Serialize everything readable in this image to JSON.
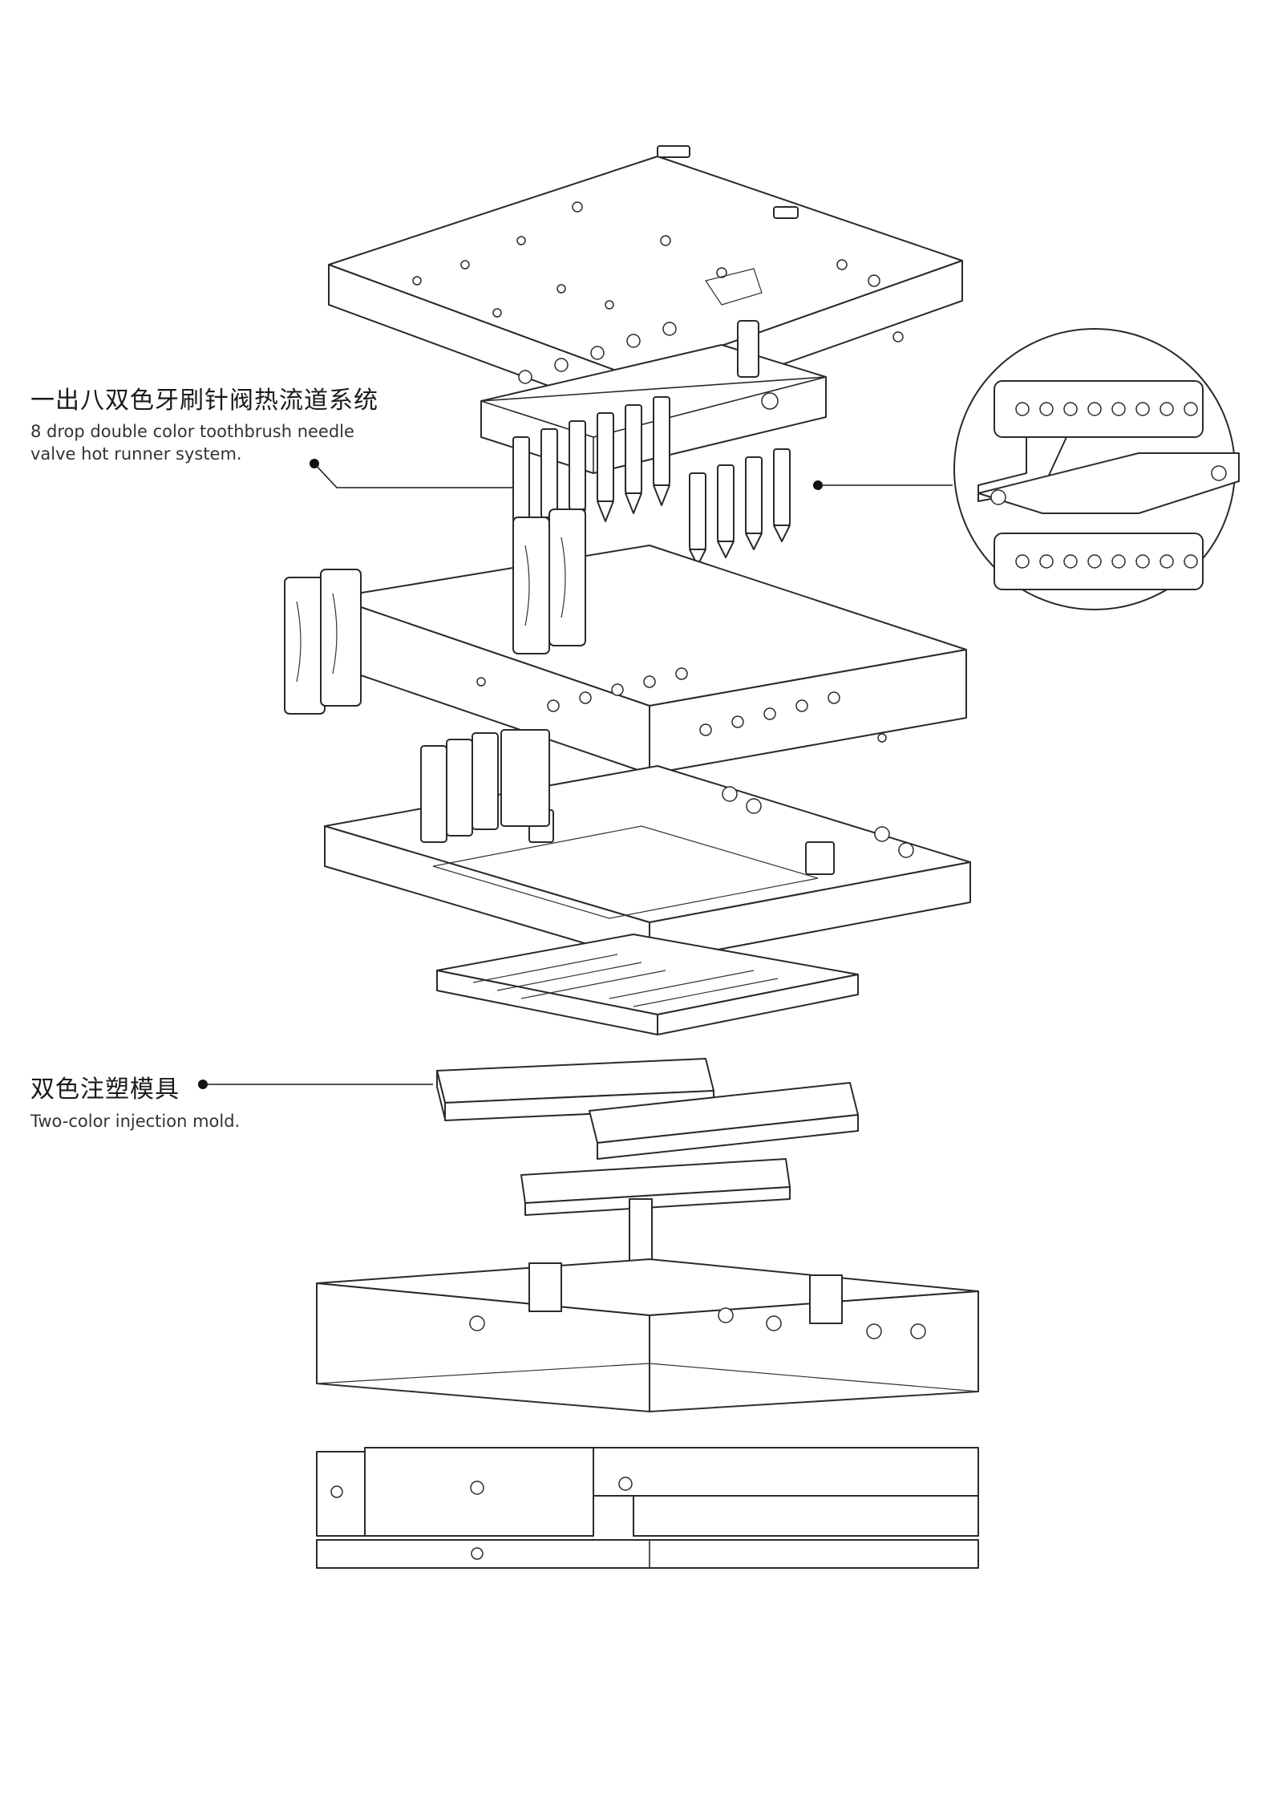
{
  "callouts": {
    "hot_runner": {
      "title_cn": "一出八双色牙刷针阀热流道系统",
      "title_en_line1": "8 drop double color toothbrush needle",
      "title_en_line2": "valve hot runner system."
    },
    "mold": {
      "title_cn": "双色注塑模具",
      "title_en": "Two-color injection mold."
    }
  }
}
